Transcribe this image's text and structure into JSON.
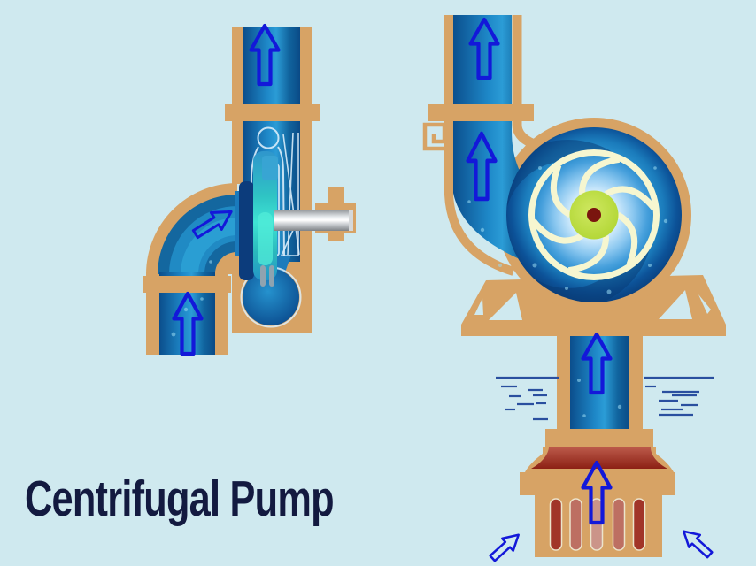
{
  "title": {
    "text": "Centrifugal Pump"
  },
  "colors": {
    "background": "#cfe9ef",
    "title_text": "#131a40",
    "pipe_wall_tan": "#d7a365",
    "water_dark_blue": "#0b4e8c",
    "water_mid_blue": "#1e88c8",
    "water_bright_blue": "#2b9cd6",
    "flow_arrow_blue": "#1318d9",
    "impeller_blade_cream": "#f6f6d0",
    "impeller_hub_green": "#bcdc43",
    "impeller_axle_maroon": "#7a150f",
    "shaft_silver": "#e8ecef",
    "side_impeller_teal": "#3fe4d4",
    "foot_valve_red": "#a83a28",
    "strainer_slot_dark": "#a13528",
    "strainer_slot_light": "#cb9489",
    "water_surface_navy": "#2a4f9f"
  },
  "icons": {
    "flow_arrow": "hollow-up-arrow"
  },
  "left_pump": {
    "view": "side cutaway with elbow suction and drive shaft",
    "flow_arrow_count": 3
  },
  "right_pump": {
    "view": "front cutaway of volute and impeller drawing water through strainer",
    "flow_arrow_count": 6
  }
}
